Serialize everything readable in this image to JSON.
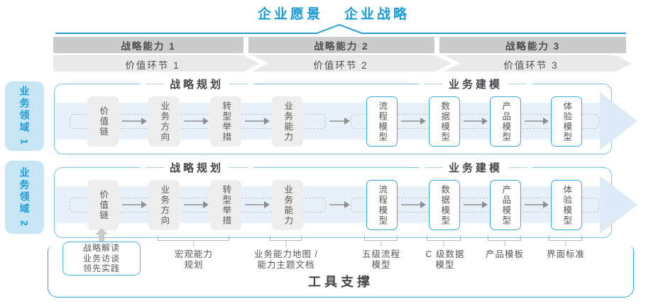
{
  "title": {
    "vision": "企业愿景",
    "strategy": "企业战略"
  },
  "strategic_capabilities": [
    "战略能力 1",
    "战略能力 2",
    "战略能力 3"
  ],
  "value_links": [
    "价值环节 1",
    "价值环节 2",
    "价值环节 3"
  ],
  "business_domains": [
    "业务领域 1",
    "业务领域 2"
  ],
  "row": {
    "planning_header": "战略规划",
    "modeling_header": "业务建模",
    "planning_boxes": [
      "价值链",
      "业务方向",
      "转型举措",
      "业务能力"
    ],
    "modeling_boxes": [
      "流程模型",
      "数据模型",
      "产品模型",
      "体验模型"
    ]
  },
  "annotations": {
    "practice_box": [
      "战略解读",
      "业务访谈",
      "领先实践"
    ],
    "macro_capability": [
      "宏观能力",
      "规划"
    ],
    "capability_map": [
      "业务能力地图 /",
      "能力主题文档"
    ],
    "process_model": [
      "五级流程",
      "模型"
    ],
    "data_model": [
      "C 级数据",
      "模型"
    ],
    "product_template": [
      "产品模板"
    ],
    "ui_standard": [
      "界面标准"
    ]
  },
  "footer": {
    "label": "工具支撑"
  },
  "colors": {
    "accent_blue": "#1b9bd6",
    "domain_fill": "#c7e5f4",
    "band_fill": "#e8f1fa",
    "flow_arrow_fill": "#dcebf7",
    "capability_band_gray": "#cbcbcb",
    "value_band_gray": "#e9e9eb",
    "box_gray": "#ededed",
    "text_gray": "#55565a",
    "row_border_blue": "#76c3e6",
    "model_box_border": "#3aabdf"
  }
}
